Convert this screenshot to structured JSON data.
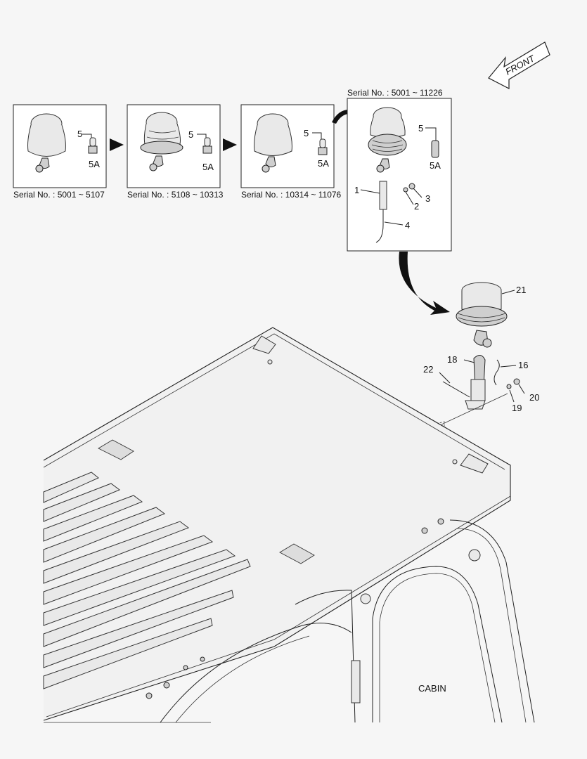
{
  "front_label": "FRONT",
  "panels": [
    {
      "serial": "Serial No. : 5001 ~ 5107",
      "bulb_callout": "5",
      "bulb_sub": "5A"
    },
    {
      "serial": "Serial No. : 5108 ~ 10313",
      "bulb_callout": "5",
      "bulb_sub": "5A"
    },
    {
      "serial": "Serial No. : 10314 ~ 11076",
      "bulb_callout": "5",
      "bulb_sub": "5A"
    },
    {
      "serial": "Serial No. : 5001 ~ 11226",
      "bulb_callout": "5",
      "bulb_sub": "5A"
    }
  ],
  "panel4_callouts": [
    "1",
    "2",
    "3",
    "4"
  ],
  "main_callouts": [
    "21",
    "18",
    "16",
    "22",
    "20",
    "19"
  ],
  "cabin_label": "CABIN"
}
